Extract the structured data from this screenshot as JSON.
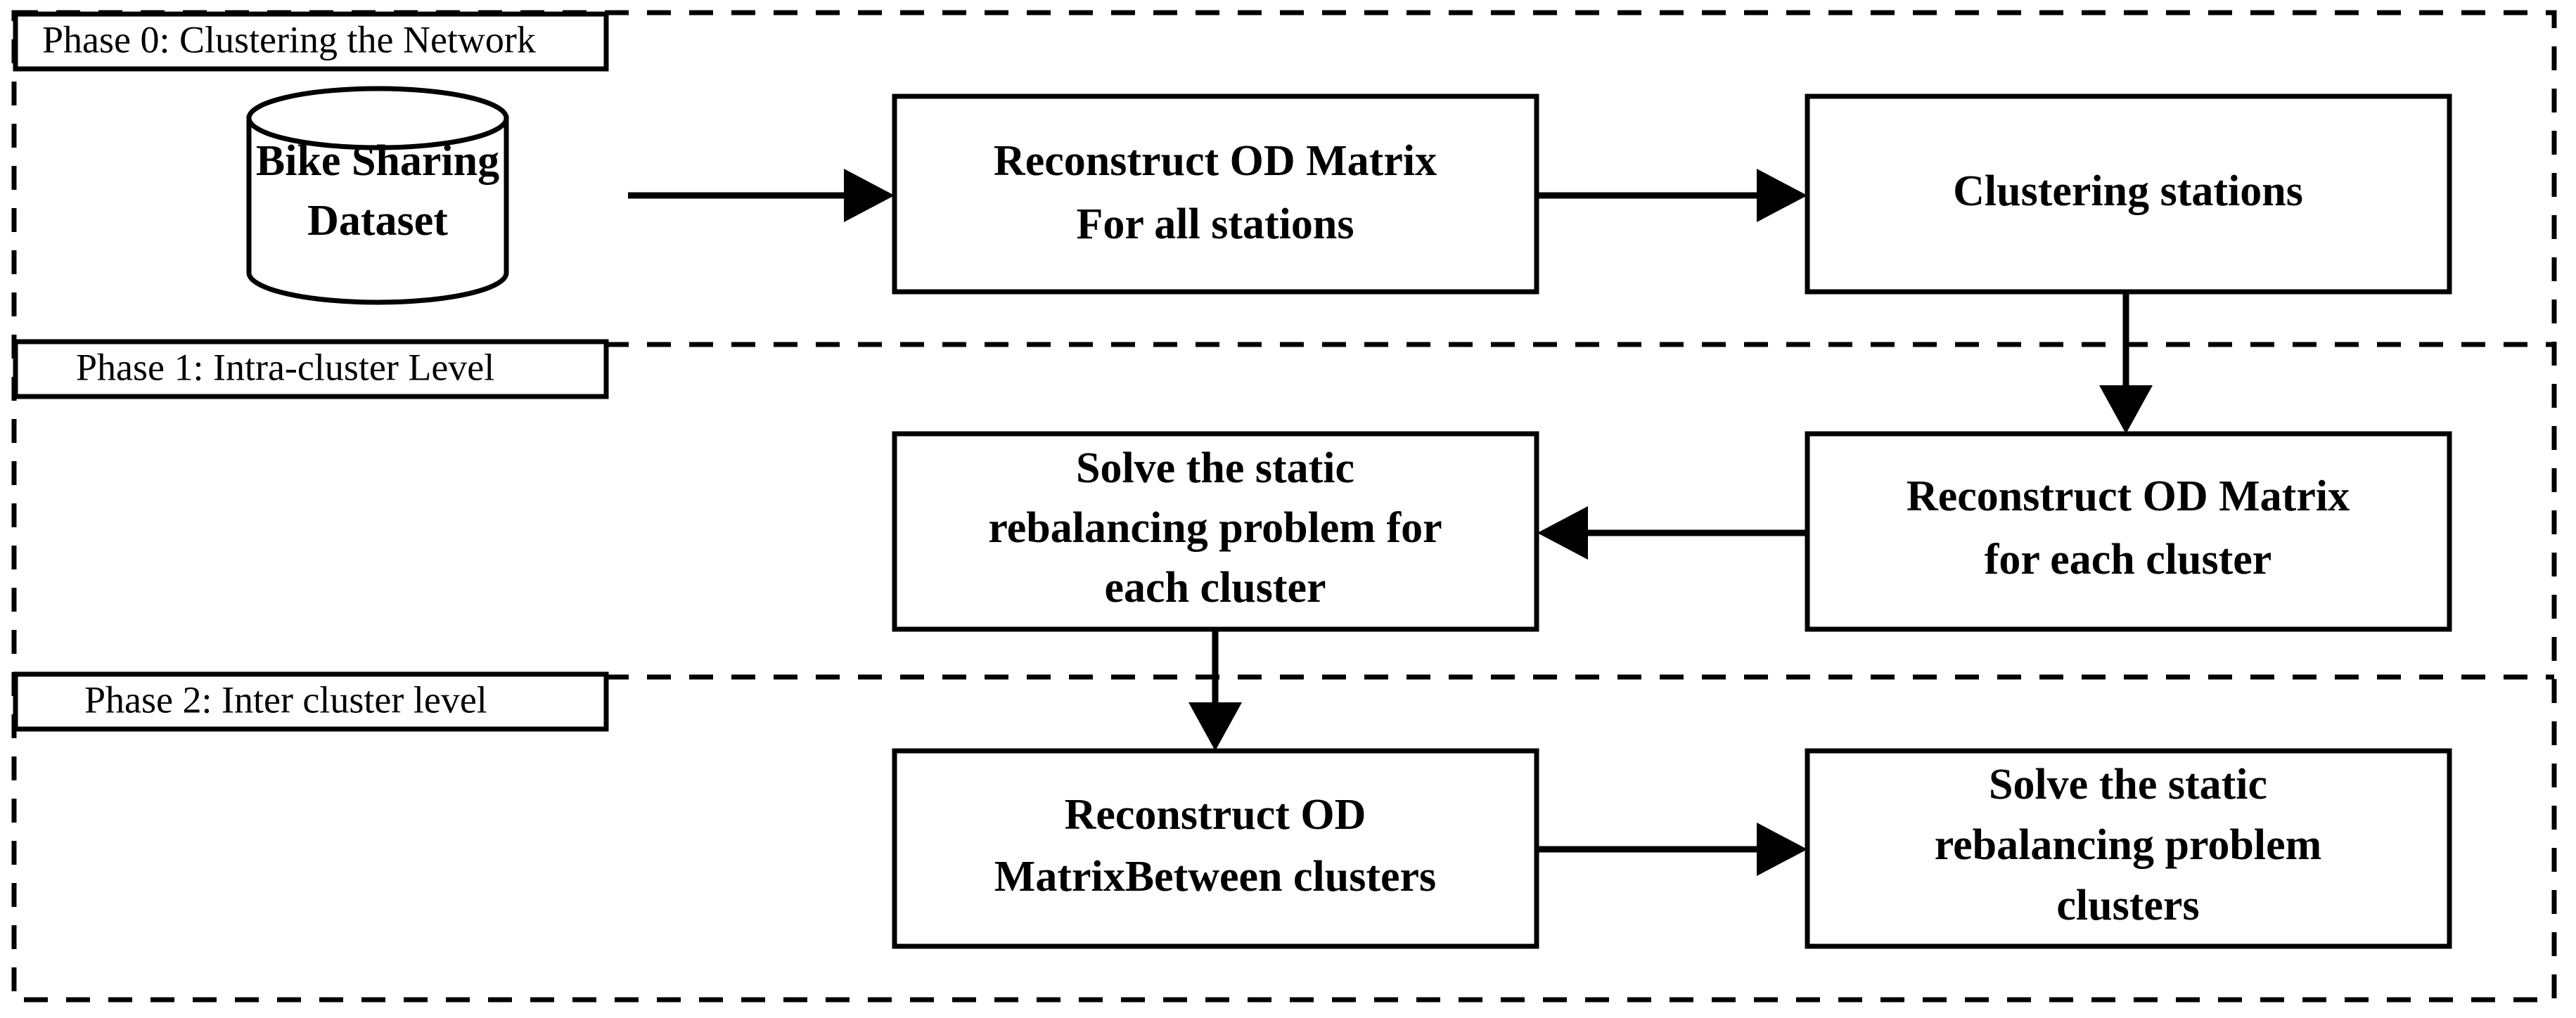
{
  "diagram": {
    "title": "Three-phase bike sharing rebalancing framework flowchart",
    "colors": {
      "background": "#ffffff",
      "stroke": "#000000",
      "node_fill": "#ffffff"
    },
    "phases": [
      {
        "id": "phase-0",
        "label": "Phase 0: Clustering the Network"
      },
      {
        "id": "phase-1",
        "label": "Phase 1: Intra-cluster Level"
      },
      {
        "id": "phase-2",
        "label": "Phase 2: Inter cluster level"
      }
    ],
    "nodes": [
      {
        "id": "bike-sharing-dataset",
        "shape": "cylinder",
        "lines": [
          "Bike Sharing",
          "Dataset"
        ]
      },
      {
        "id": "reconstruct-od-matrix-all-stations",
        "shape": "rect",
        "lines": [
          "Reconstruct OD Matrix",
          "For all stations"
        ]
      },
      {
        "id": "clustering-stations",
        "shape": "rect",
        "lines": [
          "Clustering stations"
        ]
      },
      {
        "id": "solve-static-rebalancing-each-cluster",
        "shape": "rect",
        "lines": [
          "Solve the static",
          "rebalancing problem for",
          "each cluster"
        ]
      },
      {
        "id": "reconstruct-od-matrix-each-cluster",
        "shape": "rect",
        "lines": [
          "Reconstruct OD Matrix",
          "for each cluster"
        ]
      },
      {
        "id": "reconstruct-od-matrix-between-clusters",
        "shape": "rect",
        "lines": [
          "Reconstruct OD",
          "MatrixBetween clusters"
        ]
      },
      {
        "id": "solve-static-rebalancing-clusters",
        "shape": "rect",
        "lines": [
          "Solve the static",
          "rebalancing problem",
          "clusters"
        ]
      }
    ],
    "edges": [
      {
        "id": "edge-dataset-to-od-all",
        "from": "bike-sharing-dataset",
        "to": "reconstruct-od-matrix-all-stations",
        "direction": "right"
      },
      {
        "id": "edge-od-all-to-clustering",
        "from": "reconstruct-od-matrix-all-stations",
        "to": "clustering-stations",
        "direction": "right"
      },
      {
        "id": "edge-clustering-to-od-each",
        "from": "clustering-stations",
        "to": "reconstruct-od-matrix-each-cluster",
        "direction": "down"
      },
      {
        "id": "edge-od-each-to-solve-each",
        "from": "reconstruct-od-matrix-each-cluster",
        "to": "solve-static-rebalancing-each-cluster",
        "direction": "left"
      },
      {
        "id": "edge-solve-each-to-od-between",
        "from": "solve-static-rebalancing-each-cluster",
        "to": "reconstruct-od-matrix-between-clusters",
        "direction": "down"
      },
      {
        "id": "edge-od-between-to-solve-clusters",
        "from": "reconstruct-od-matrix-between-clusters",
        "to": "solve-static-rebalancing-clusters",
        "direction": "right"
      }
    ]
  }
}
